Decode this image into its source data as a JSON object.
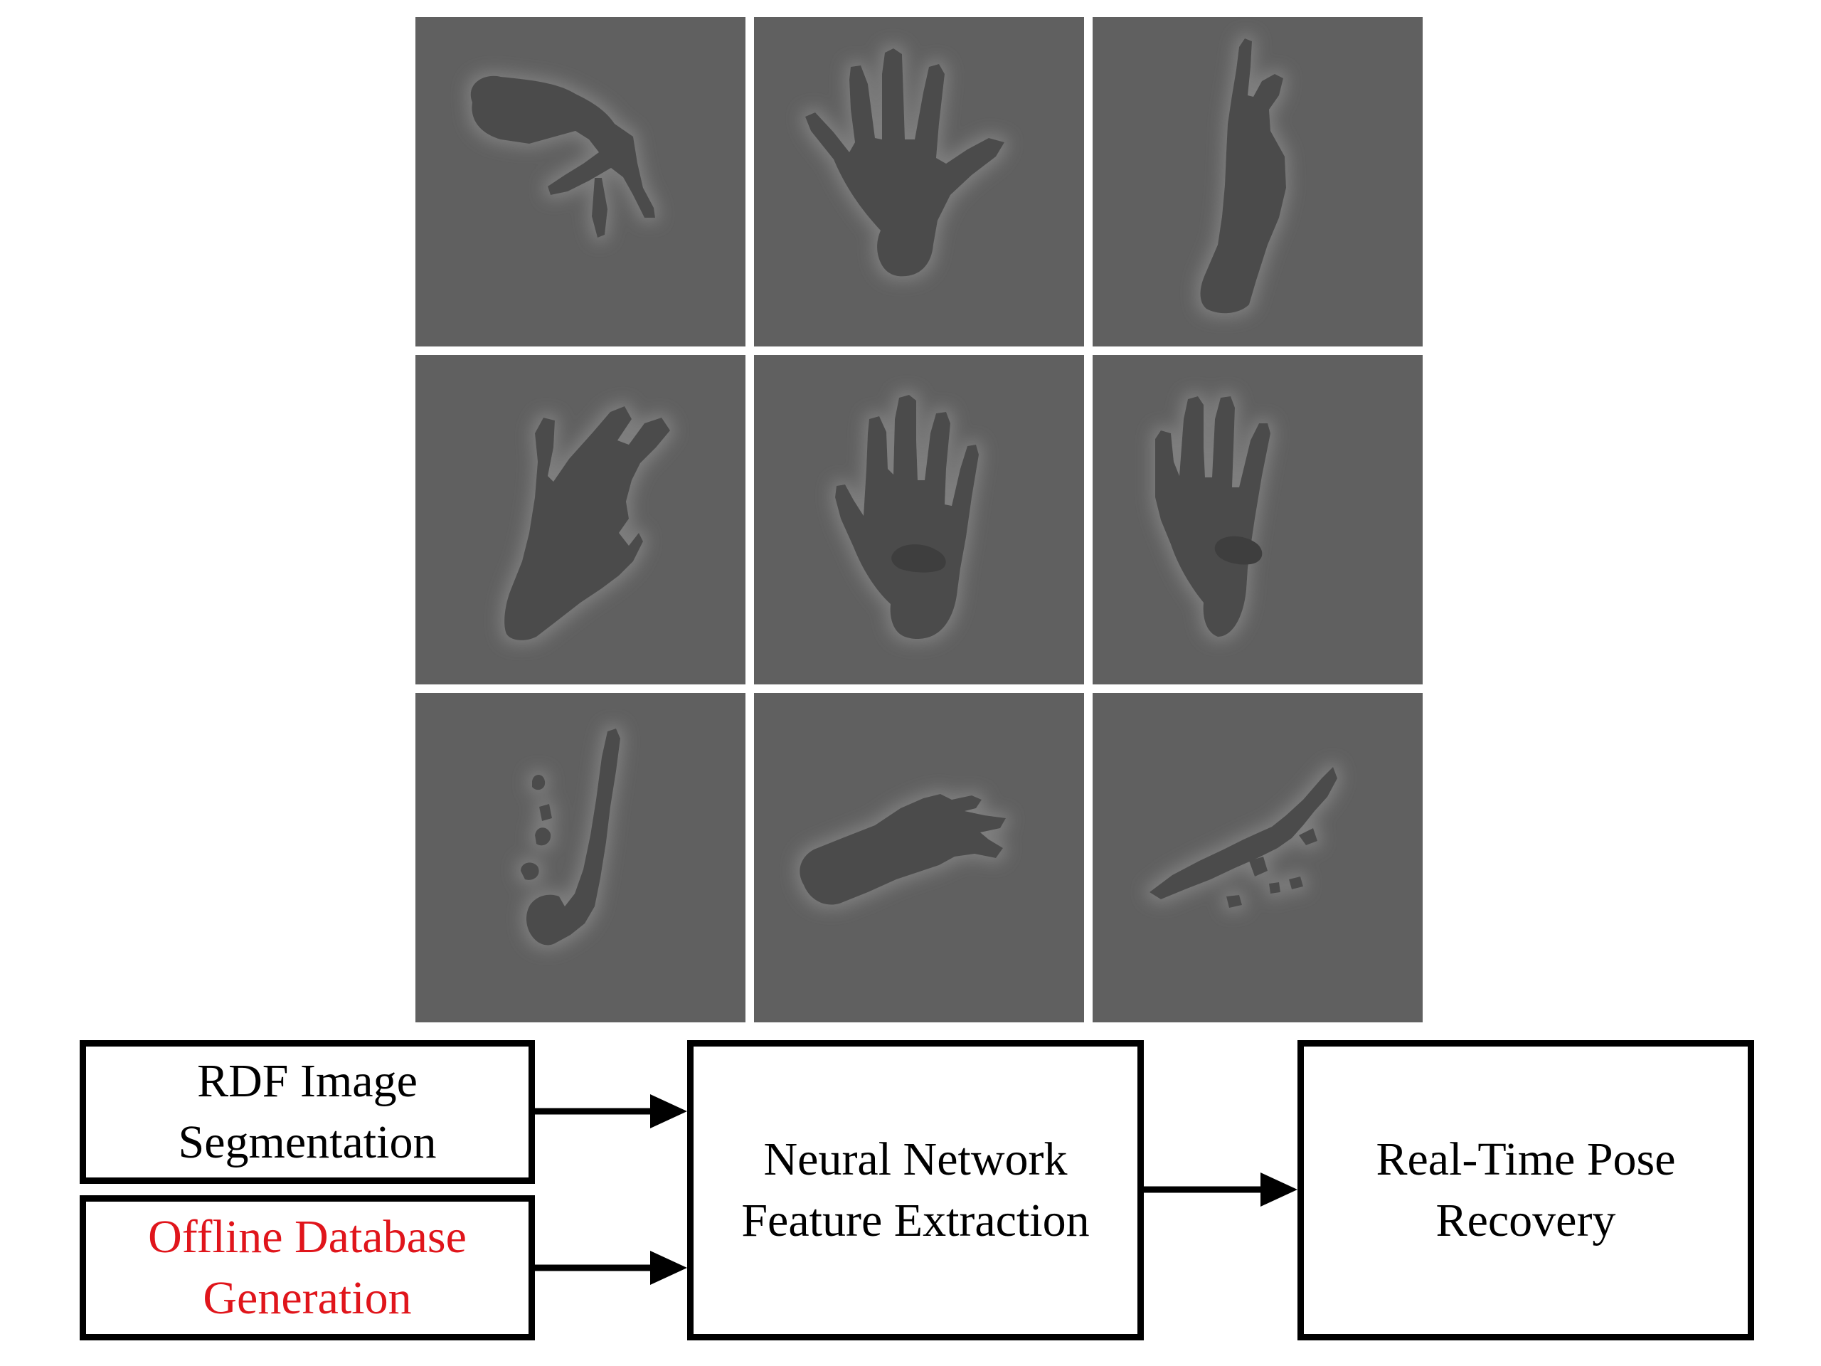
{
  "colors": {
    "tile_background": "#606060",
    "hand_fill": "#4c4c4c",
    "hand_glow": "#7e7e7e",
    "grid_gap": "#ffffff",
    "box_border": "#000000",
    "text_default": "#000000",
    "text_highlight": "#e0151b"
  },
  "grid": {
    "rows": 3,
    "cols": 3,
    "tiles": [
      {
        "pose": "curled-hand-pointing-down"
      },
      {
        "pose": "open-hand-spread-fingers"
      },
      {
        "pose": "vertical-pointing-finger"
      },
      {
        "pose": "crossed-fingers"
      },
      {
        "pose": "open-palm-thumb-folded"
      },
      {
        "pose": "open-palm-thumb-folded-right"
      },
      {
        "pose": "fragmented-thin-vertical-hand"
      },
      {
        "pose": "flat-hand-pointing-right"
      },
      {
        "pose": "fragmented-flat-hand-diagonal"
      }
    ]
  },
  "diagram": {
    "boxes": {
      "rdf": {
        "lines": [
          "RDF Image",
          "Segmentation"
        ]
      },
      "offline": {
        "lines": [
          "Offline Database",
          "Generation"
        ]
      },
      "neural": {
        "lines": [
          "Neural Network",
          "Feature Extraction"
        ]
      },
      "pose": {
        "lines": [
          "Real-Time Pose",
          "Recovery"
        ]
      }
    }
  }
}
